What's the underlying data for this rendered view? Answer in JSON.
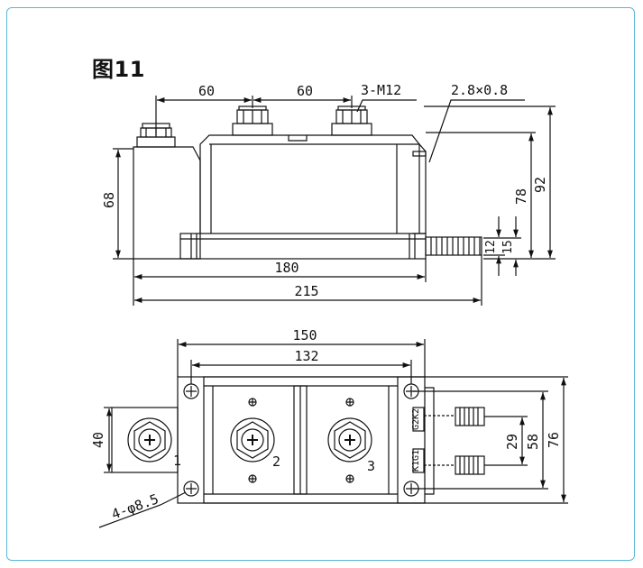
{
  "figure": {
    "title": "图11",
    "colors": {
      "frame": "#59b7d8",
      "line": "#111111"
    }
  },
  "side_view": {
    "dims": {
      "d_60_left": "60",
      "d_60_right": "60",
      "thread": "3-M12",
      "tab": "2.8×0.8",
      "h68": "68",
      "h78": "78",
      "h92": "92",
      "h12": "12",
      "h15": "15",
      "w180": "180",
      "w215": "215"
    }
  },
  "top_view": {
    "dims": {
      "w150": "150",
      "w132": "132",
      "h40": "40",
      "h29": "29",
      "h58": "58",
      "h76": "76",
      "holes": "4-φ8.5"
    },
    "terminals": {
      "t1": "1",
      "t2": "2",
      "t3": "3"
    },
    "tab_labels": {
      "upper": "G2K2",
      "lower": "K1G1"
    }
  }
}
